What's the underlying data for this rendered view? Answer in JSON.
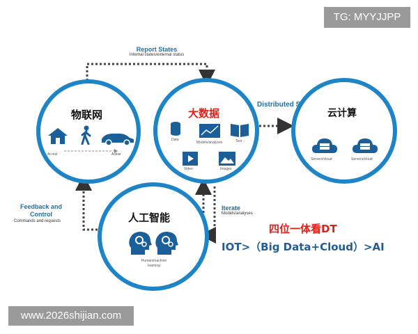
{
  "watermark_top": "TG: MYYJJPP",
  "watermark_bottom": "www.2026shijian.com",
  "report_states": {
    "title": "Report States",
    "subtitle": "Internal states/external status"
  },
  "distributed_storage": "Distributed Storage",
  "feedback": {
    "title": "Feedback and\nControl",
    "subtitle": "Commands and requests"
  },
  "iterate": {
    "title": "Iterate",
    "subtitle": "Models/analyses"
  },
  "iot": {
    "title": "物联网",
    "at_rest": "At rest",
    "active": "Active"
  },
  "bigdata": {
    "title": "大数据",
    "items": [
      "Data",
      "Models/analyses",
      "Text",
      "Video",
      "Images"
    ]
  },
  "cloud": {
    "title": "云计算",
    "servers": [
      "Servers/cloud",
      "Servers/cloud"
    ]
  },
  "ai": {
    "title": "人工智能",
    "caption": "Human/machine\nlearning"
  },
  "tagline": {
    "line1": "四位一体看DT",
    "line2": "IOT>（Big Data+Cloud）>AI"
  },
  "colors": {
    "circle": "#1d85c7",
    "red": "#e0201b",
    "navy": "#1f5c99",
    "tag_bg": "#9a9a9a"
  }
}
